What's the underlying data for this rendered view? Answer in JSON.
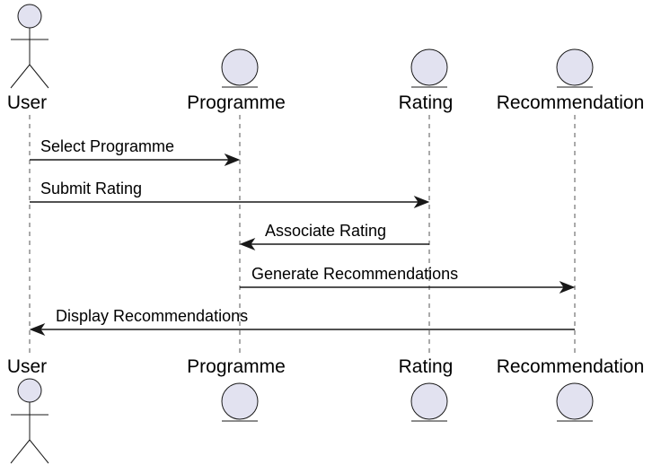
{
  "participants": [
    {
      "id": "user",
      "label": "User",
      "kind": "actor"
    },
    {
      "id": "programme",
      "label": "Programme",
      "kind": "entity"
    },
    {
      "id": "rating",
      "label": "Rating",
      "kind": "entity"
    },
    {
      "id": "recommendation",
      "label": "Recommendation",
      "kind": "entity"
    }
  ],
  "messages": [
    {
      "label": "Select Programme",
      "from": "user",
      "to": "programme"
    },
    {
      "label": "Submit Rating",
      "from": "user",
      "to": "rating"
    },
    {
      "label": "Associate Rating",
      "from": "rating",
      "to": "programme"
    },
    {
      "label": "Generate Recommendations",
      "from": "programme",
      "to": "recommendation"
    },
    {
      "label": "Display Recommendations",
      "from": "recommendation",
      "to": "user"
    }
  ],
  "colors": {
    "participant_fill": "#e2e2f0",
    "stroke": "#181818",
    "lifeline": "#555555"
  }
}
